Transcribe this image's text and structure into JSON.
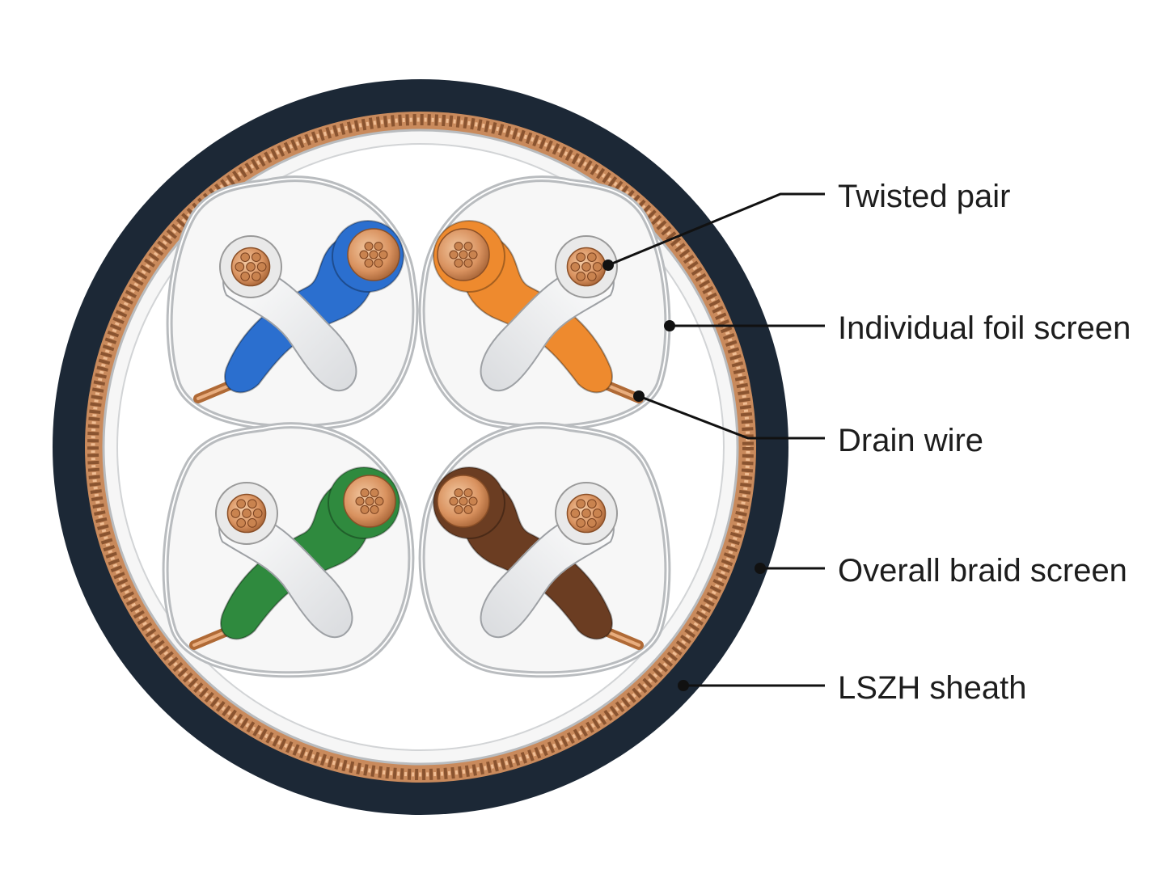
{
  "labels": {
    "twisted_pair": "Twisted pair",
    "foil": "Individual foil screen",
    "drain": "Drain wire",
    "braid": "Overall braid screen",
    "sheath": "LSZH sheath"
  },
  "colors": {
    "sheath": "#1c2836",
    "braid": "#c98a5c",
    "braid_dark": "#8a5430",
    "copper": "#d9925f",
    "foil": "#b9bcbf",
    "white_insulation": "#f4f4f4",
    "blue": "#2b6fcf",
    "orange": "#ee8a2e",
    "green": "#2f8a3e",
    "brown": "#6b3d22",
    "leader": "#111111"
  },
  "pairs": [
    {
      "name": "blue-pair",
      "color_key": "blue"
    },
    {
      "name": "orange-pair",
      "color_key": "orange"
    },
    {
      "name": "green-pair",
      "color_key": "green"
    },
    {
      "name": "brown-pair",
      "color_key": "brown"
    }
  ]
}
